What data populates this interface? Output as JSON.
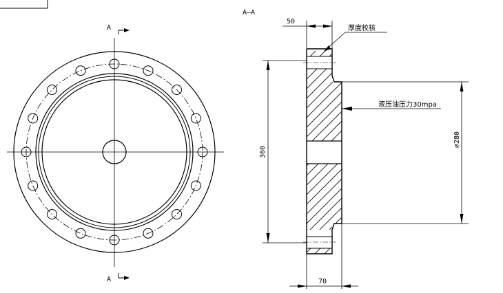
{
  "front_view": {
    "section_label_top": "A",
    "section_label_bottom": "A"
  },
  "section_view": {
    "title": "A—A",
    "dim_top": "50",
    "dim_bottom": "70",
    "dim_height": "360",
    "dim_diameter": "⌀280",
    "note_thickness": "厚度校核",
    "note_pressure": "液压油压力30mpa"
  }
}
